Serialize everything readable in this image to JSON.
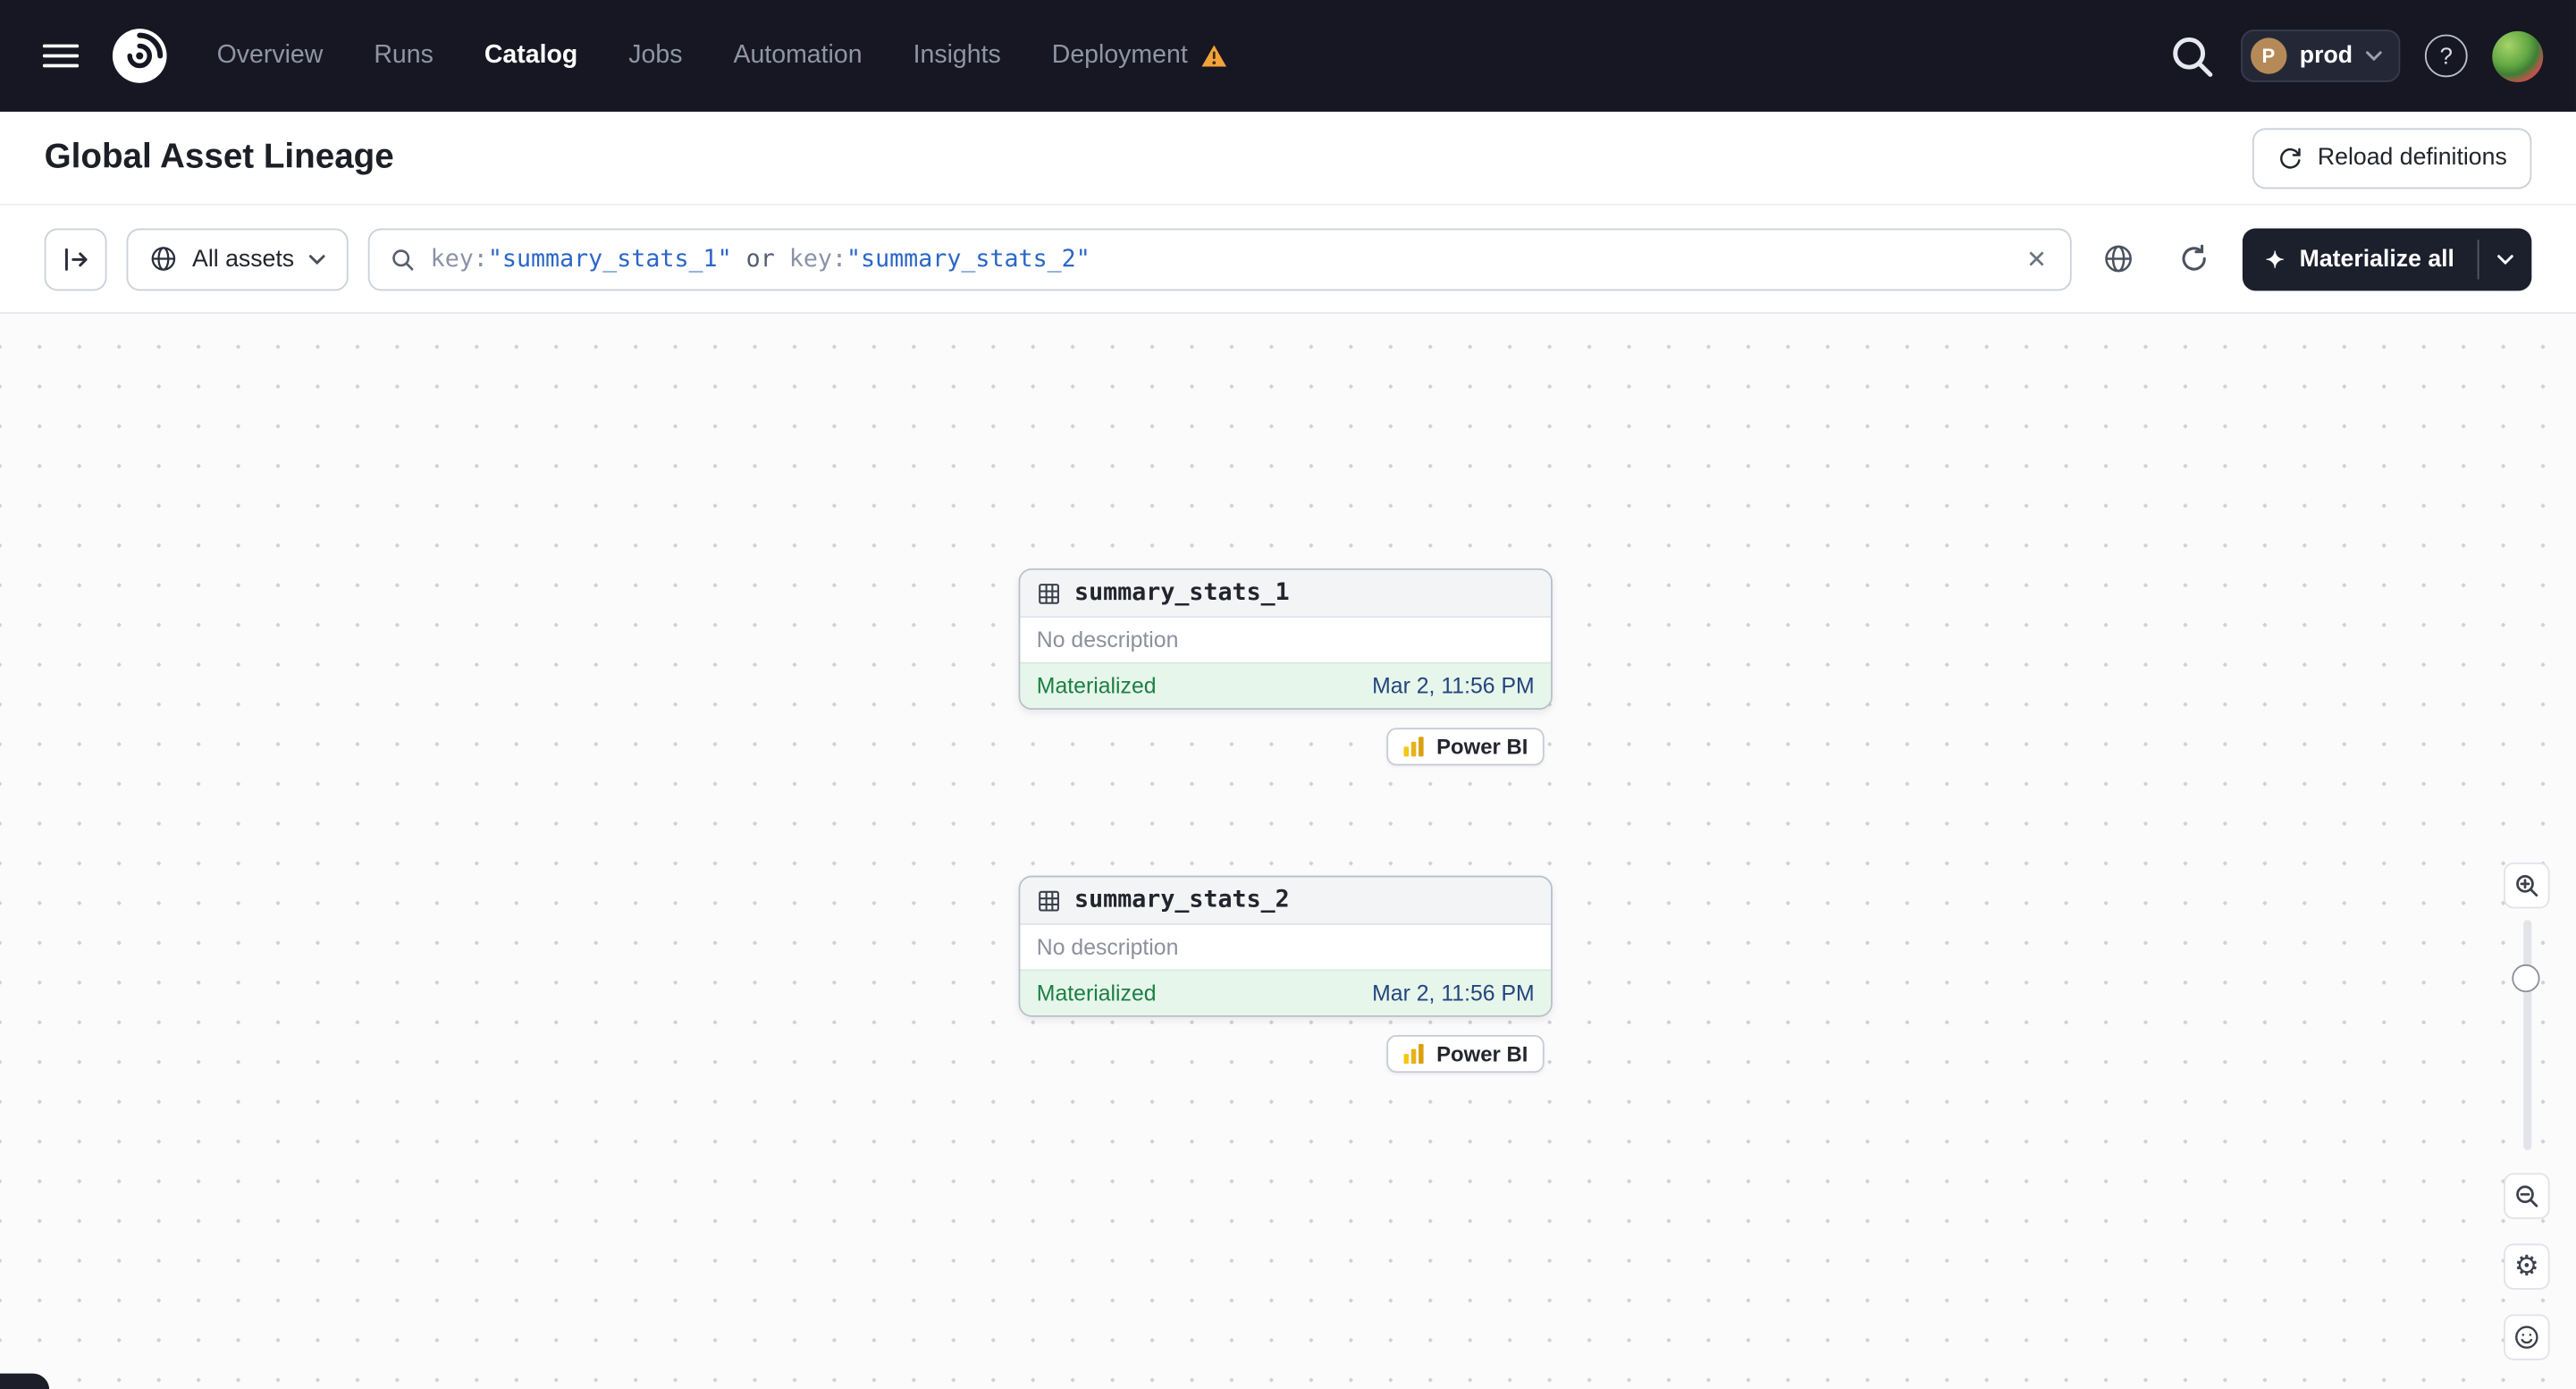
{
  "nav": {
    "items": [
      {
        "label": "Overview",
        "active": false
      },
      {
        "label": "Runs",
        "active": false
      },
      {
        "label": "Catalog",
        "active": true
      },
      {
        "label": "Jobs",
        "active": false
      },
      {
        "label": "Automation",
        "active": false
      },
      {
        "label": "Insights",
        "active": false
      },
      {
        "label": "Deployment",
        "active": false,
        "warning": true
      }
    ],
    "deployment": {
      "initial": "P",
      "label": "prod"
    }
  },
  "header": {
    "title": "Global Asset Lineage",
    "reload_label": "Reload definitions"
  },
  "toolbar": {
    "assets_filter_label": "All assets",
    "search": {
      "tokens": [
        {
          "text": "key:",
          "type": "key"
        },
        {
          "text": "\"summary_stats_1\"",
          "type": "value"
        },
        {
          "text": " or ",
          "type": "op"
        },
        {
          "text": "key:",
          "type": "key"
        },
        {
          "text": "\"summary_stats_2\"",
          "type": "value"
        }
      ]
    },
    "materialize_label": "Materialize all"
  },
  "graph": {
    "nodes": [
      {
        "name": "summary_stats_1",
        "description": "No description",
        "status": "Materialized",
        "timestamp": "Mar 2, 11:56 PM",
        "tag": "Power BI"
      },
      {
        "name": "summary_stats_2",
        "description": "No description",
        "status": "Materialized",
        "timestamp": "Mar 2, 11:56 PM",
        "tag": "Power BI"
      }
    ]
  },
  "icons": {
    "help_glyph": "?",
    "close_glyph": "✕",
    "sparkle_glyph": "✦",
    "gear_glyph": "⚙"
  },
  "colors": {
    "nav_bg": "#161722",
    "materialized_green": "#1c7f43",
    "footer_green_bg": "#e7f6eb",
    "warning_orange": "#f2a33c",
    "query_value_blue": "#2b66c7",
    "powerbi_yellow": "#f2c811"
  }
}
